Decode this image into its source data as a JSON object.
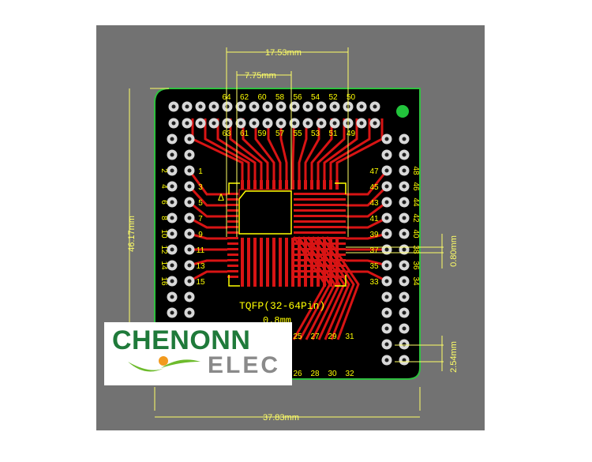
{
  "board": {
    "footprint_label": "TQFP(32-64Pin)",
    "pitch_label": "0.8mm",
    "pin1_marker": "Δ"
  },
  "dimensions": {
    "pad_span": "17.53mm",
    "inner_span": "7.75mm",
    "board_height": "46.17mm",
    "board_width": "37.83mm",
    "pad_pitch": "0.80mm",
    "header_pitch": "2.54mm"
  },
  "pins": {
    "top_upper": [
      "64",
      "62",
      "60",
      "58",
      "56",
      "54",
      "52",
      "50"
    ],
    "top_lower": [
      "63",
      "61",
      "59",
      "57",
      "55",
      "53",
      "51",
      "49"
    ],
    "left_outer": [
      "2",
      "4",
      "6",
      "8",
      "10",
      "12",
      "14",
      "16"
    ],
    "left_inner": [
      "1",
      "3",
      "5",
      "7",
      "9",
      "11",
      "13",
      "15"
    ],
    "right_inner": [
      "47",
      "45",
      "43",
      "41",
      "39",
      "37",
      "35",
      "33"
    ],
    "right_outer": [
      "48",
      "46",
      "44",
      "42",
      "40",
      "38",
      "36",
      "34"
    ],
    "bottom_upper": [
      "25",
      "27",
      "29",
      "31"
    ],
    "bottom_lower": [
      "26",
      "28",
      "30",
      "32"
    ]
  },
  "logo": {
    "line1": "CHENONN",
    "line2": "ELEC"
  },
  "colors": {
    "backdrop": "#727272",
    "board": "#000000",
    "copper": "#d81414",
    "silkscreen": "#ffff00",
    "pad": "#d8d8d8",
    "dimension": "#ffff66",
    "fiducial": "#22c43c"
  }
}
